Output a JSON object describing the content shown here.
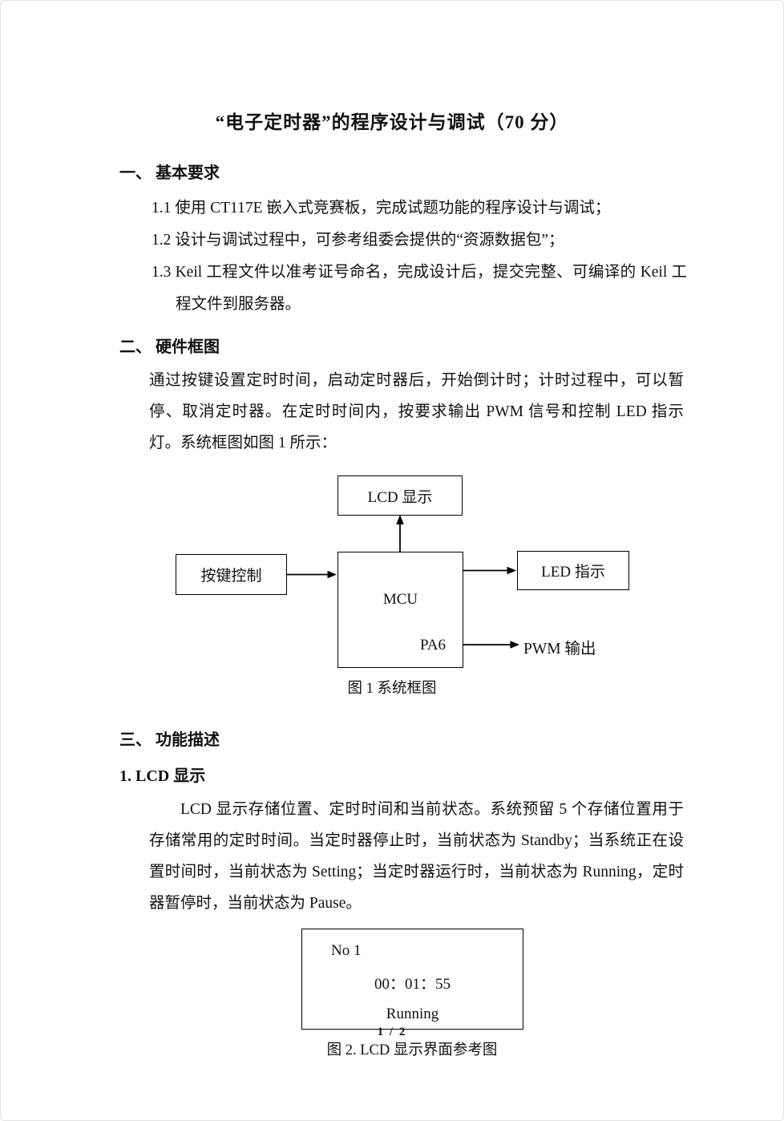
{
  "page": {
    "title": "“电子定时器”的程序设计与调试（70 分）",
    "footer": "1 / 2"
  },
  "section1": {
    "heading": "一、 基本要求",
    "items": [
      "1.1 使用 CT117E 嵌入式竞赛板，完成试题功能的程序设计与调试；",
      "1.2 设计与调试过程中，可参考组委会提供的“资源数据包”；",
      "1.3 Keil 工程文件以准考证号命名，完成设计后，提交完整、可编译的 Keil 工程文件到服务器。"
    ]
  },
  "section2": {
    "heading": "二、 硬件框图",
    "paragraph": "通过按键设置定时时间，启动定时器后，开始倒计时；计时过程中，可以暂停、取消定时器。在定时时间内，按要求输出 PWM 信号和控制 LED 指示灯。系统框图如图 1 所示：",
    "diagram": {
      "lcd_box": "LCD 显示",
      "key_box": "按键控制",
      "mcu_box": "MCU",
      "mcu_pin": "PA6",
      "led_box": "LED 指示",
      "pwm_label": "PWM 输出",
      "caption": "图 1  系统框图"
    }
  },
  "section3": {
    "heading": "三、 功能描述",
    "sub1": {
      "heading": "1.  LCD 显示",
      "paragraph": "LCD 显示存储位置、定时时间和当前状态。系统预留 5 个存储位置用于存储常用的定时时间。当定时器停止时，当前状态为 Standby；当系统正在设置时间时，当前状态为 Setting；当定时器运行时，当前状态为 Running，定时器暂停时，当前状态为 Pause。",
      "lcd_screen": {
        "line1": "No 1",
        "line2": "00：01：55",
        "line3": "Running"
      },
      "caption": "图 2. LCD 显示界面参考图"
    }
  }
}
